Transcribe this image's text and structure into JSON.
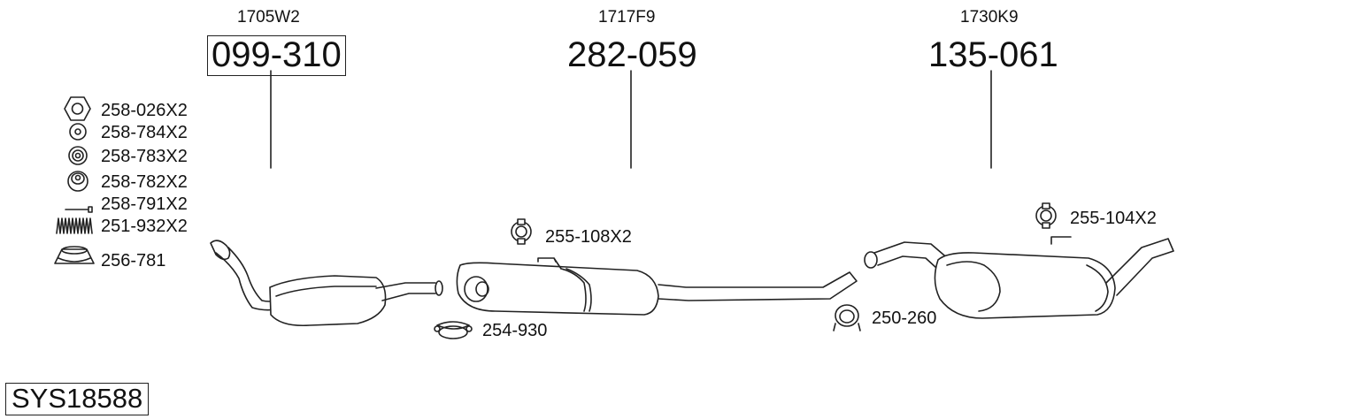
{
  "header_codes": [
    "1705W2",
    "1717F9",
    "1730K9"
  ],
  "part_numbers": [
    "099-310",
    "282-059",
    "135-061"
  ],
  "legend_parts": [
    "258-026X2",
    "258-784X2",
    "258-783X2",
    "258-782X2",
    "258-791X2",
    "251-932X2",
    "256-781"
  ],
  "fitting_parts": [
    "255-108X2",
    "254-930",
    "250-260",
    "255-104X2"
  ],
  "system_code": "SYS18588",
  "colors": {
    "line": "#222222",
    "fill": "#ffffff",
    "shade": "#e8e8e8"
  }
}
